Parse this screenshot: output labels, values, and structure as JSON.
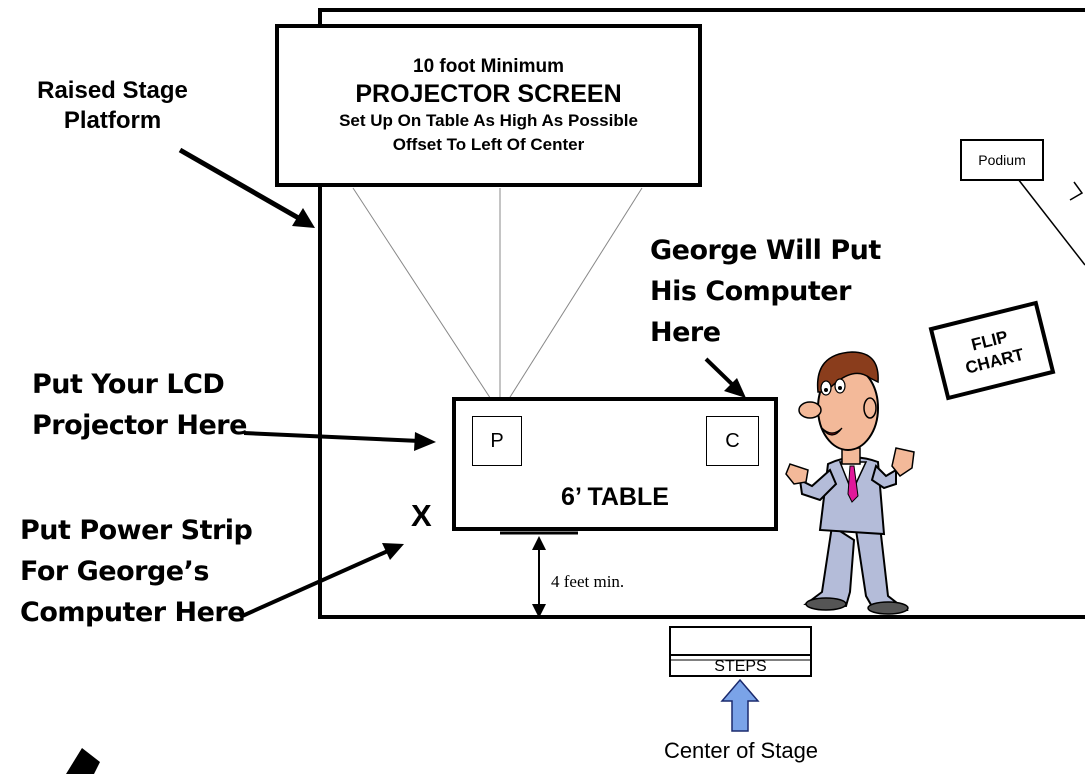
{
  "projector_screen": {
    "line1": "10 foot Minimum",
    "line2": "PROJECTOR SCREEN",
    "line3": "Set Up On Table As High As Possible",
    "line4": "Offset To Left Of Center"
  },
  "labels": {
    "raised_stage_line1": "Raised Stage",
    "raised_stage_line2": "Platform",
    "podium": "Podium",
    "george_line1": "George Will Put",
    "george_line2": "His Computer",
    "george_line3": "Here",
    "flip_chart_line1": "FLIP",
    "flip_chart_line2": "CHART",
    "lcd_line1": "Put Your LCD",
    "lcd_line2": "Projector Here",
    "power_line1": "Put Power Strip",
    "power_line2": "For George’s",
    "power_line3": "Computer Here",
    "x_mark": "X",
    "table_p": "P",
    "table_c": "C",
    "table_label": "6’ TABLE",
    "four_feet": "4 feet min.",
    "steps": "STEPS",
    "center_of_stage": "Center of Stage"
  },
  "colors": {
    "ink": "#000000",
    "steps_arrow": "#7aa3e8",
    "person_suit": "#b4bcd9",
    "person_skin": "#f3b999",
    "person_hair": "#8a3d1c",
    "tie": "#e0189a"
  }
}
